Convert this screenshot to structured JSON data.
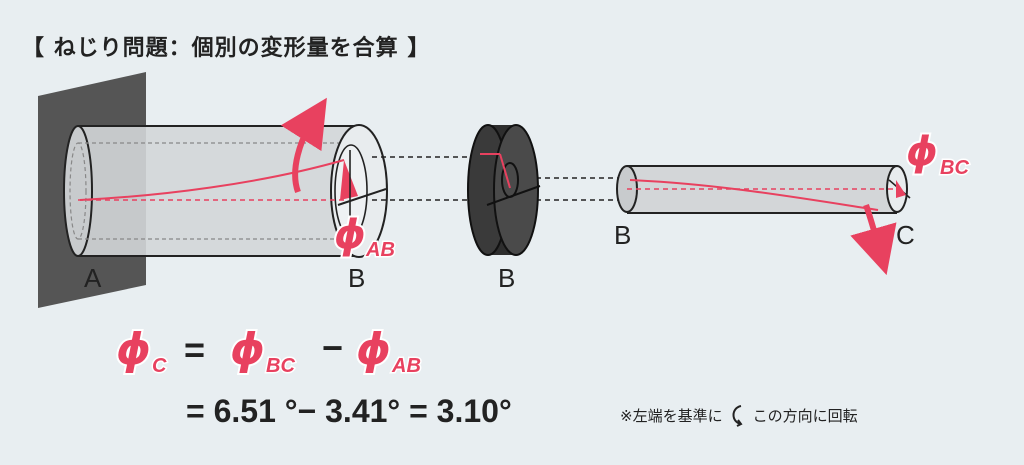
{
  "title": "【 ねじり問題：個別の変形量を合算 】",
  "labels": {
    "a": "A",
    "b_shaft": "B",
    "b_disk": "B",
    "b_rod": "B",
    "c_rod": "C"
  },
  "angles": {
    "phi": "ϕ",
    "ab_sub": "AB",
    "bc_sub": "BC",
    "c_sub": "C"
  },
  "equation": {
    "line1_lhs_phi": "ϕ",
    "line1_lhs_sub": "C",
    "eq1": "=",
    "term1_phi": "ϕ",
    "term1_sub": "BC",
    "minus": "−",
    "term2_phi": "ϕ",
    "term2_sub": "AB",
    "line2": "= 6.51 °− 3.41° = 3.10°"
  },
  "note": {
    "before": "※左端を基準に",
    "after": "この方向に回転"
  },
  "colors": {
    "accent": "#e8415f",
    "wall": "#555555",
    "shaft": "#d3d6d8",
    "disk": "#3a3a3a",
    "background": "#e8eef1"
  }
}
